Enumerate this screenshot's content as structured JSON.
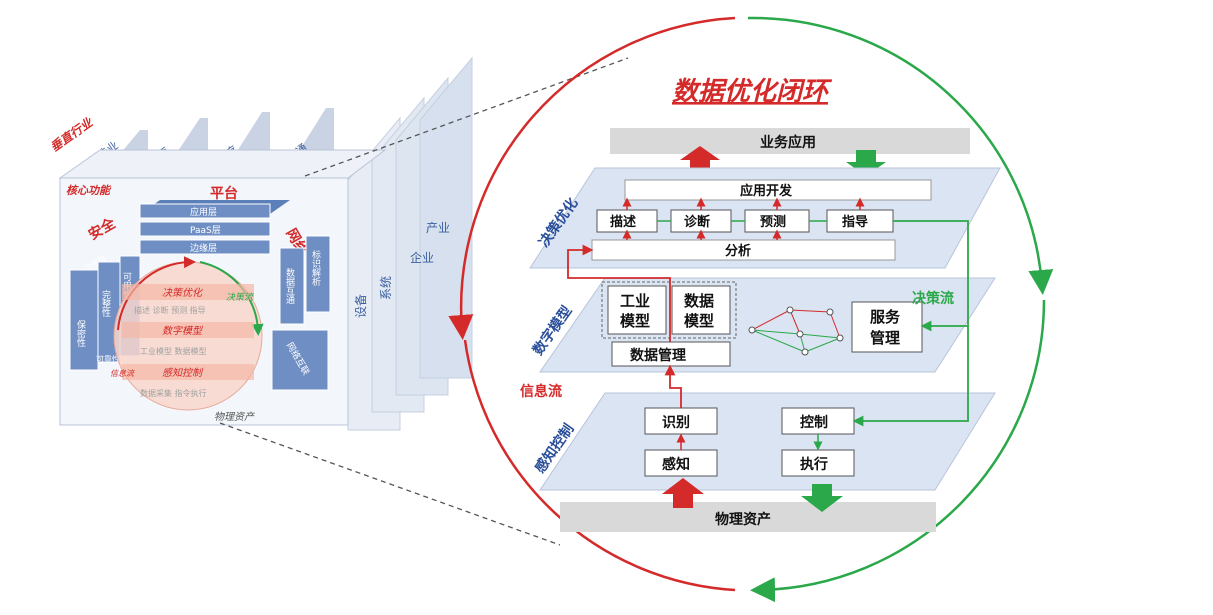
{
  "left_cube": {
    "industry_heading": "垂直行业",
    "industries": [
      "制造业",
      "能源",
      "医疗",
      "交通"
    ],
    "ellipsis": "……",
    "core_function": "核心功能",
    "platform": "平台",
    "layers": {
      "app": "应用层",
      "paas": "PaaS层",
      "edge": "边缘层"
    },
    "security": "安全",
    "network": "网络",
    "security_items": [
      "保密性",
      "完整性",
      "可用性",
      "可靠性"
    ],
    "network_items": {
      "identity": "标识解析",
      "data": "数据互通",
      "interconnect": "网络互联"
    },
    "small_left": "边缘层",
    "circle": {
      "decision": "决策优化",
      "decision_sub": "描述 诊断 预测 指导",
      "model": "数字模型",
      "model_sub": "工业模型 数据模型",
      "sense": "感知控制",
      "sense_sub": "数据采集 指令执行",
      "decision_flow": "决策流",
      "info_flow": "信息流"
    },
    "physical": "物理资产",
    "stack": {
      "device": "设备",
      "system": "系统",
      "enterprise": "企业",
      "industry": "产业"
    }
  },
  "right": {
    "title": "数据优化闭环",
    "business_app": "业务应用",
    "physical_asset": "物理资产",
    "layer_labels": {
      "decision": "决策优化",
      "model": "数字模型",
      "sense": "感知控制"
    },
    "app_dev": "应用开发",
    "describe": "描述",
    "diagnose": "诊断",
    "predict": "预测",
    "guide": "指导",
    "analyze": "分析",
    "industrial_model": [
      "工业",
      "模型"
    ],
    "data_model": [
      "数据",
      "模型"
    ],
    "service_mgmt": [
      "服务",
      "管理"
    ],
    "data_mgmt": "数据管理",
    "identify": "识别",
    "control": "控制",
    "sense": "感知",
    "execute": "执行",
    "decision_flow": "决策流",
    "info_flow": "信息流"
  },
  "colors": {
    "red": "#d42a2a",
    "green": "#2aa84a",
    "blue": "#5b7fb8",
    "plane": "#dbe4f2"
  }
}
